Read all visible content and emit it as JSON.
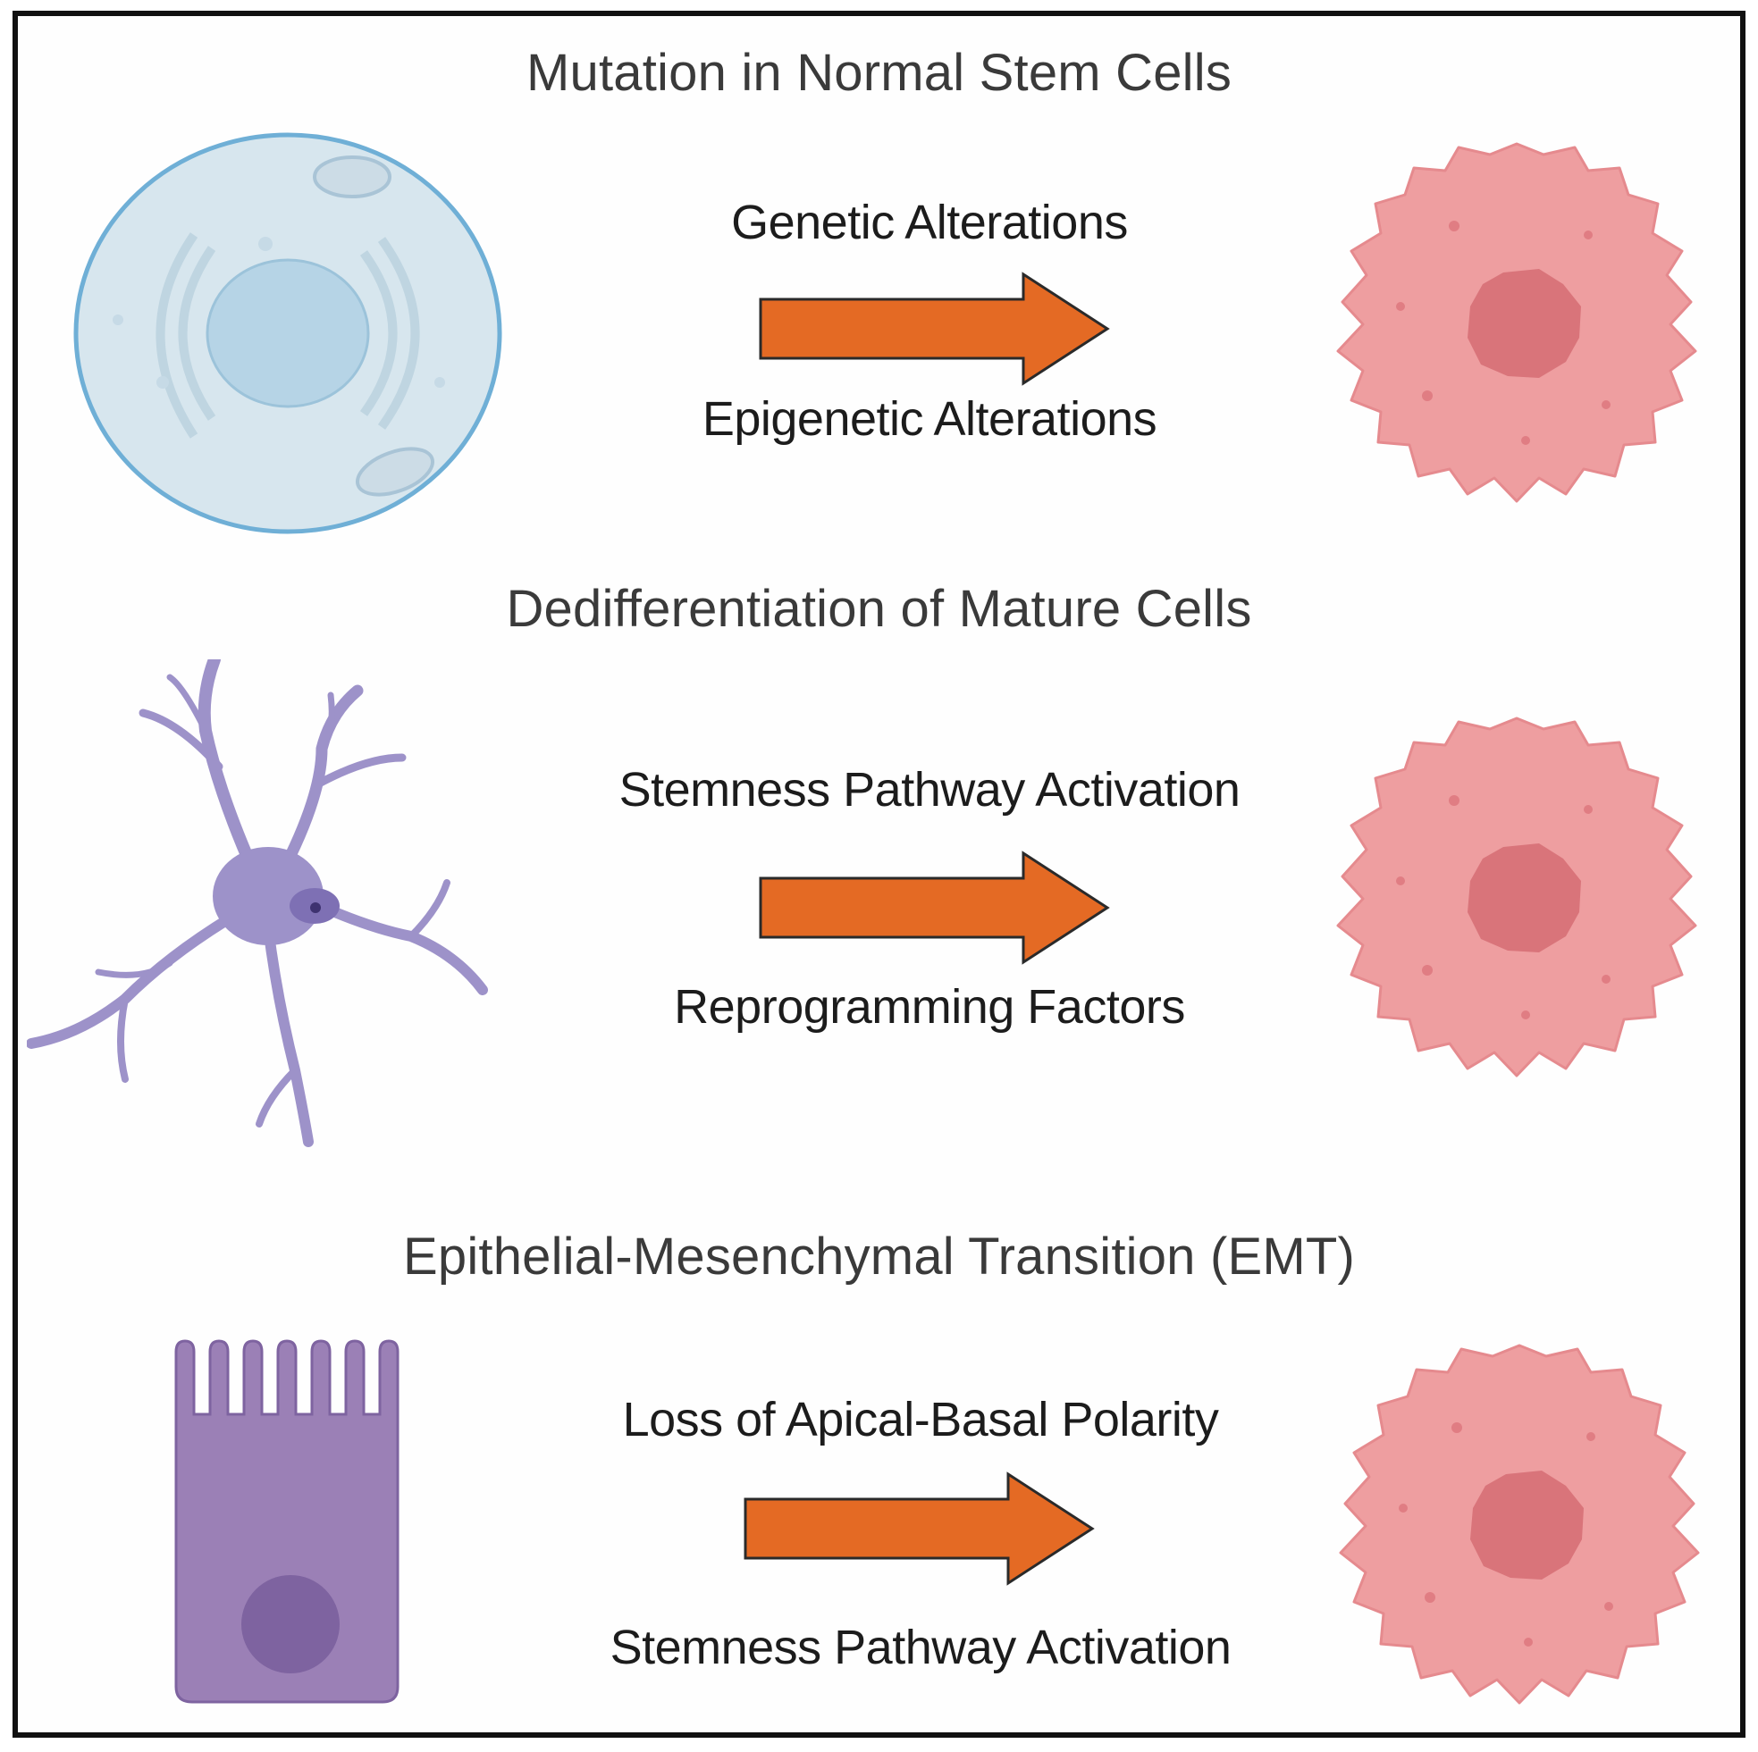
{
  "panels": [
    {
      "title": "Mutation in Normal Stem Cells",
      "upper_label": "Genetic Alterations",
      "lower_label": "Epigenetic Alterations",
      "source_cell": "normal-stem-cell",
      "target_cell": "cancer-stem-cell"
    },
    {
      "title": "Dedifferentiation of Mature Cells",
      "upper_label": "Stemness Pathway Activation",
      "lower_label": "Reprogramming Factors",
      "source_cell": "mature-neuron-cell",
      "target_cell": "cancer-stem-cell"
    },
    {
      "title": "Epithelial-Mesenchymal Transition (EMT)",
      "upper_label": "Loss of Apical-Basal Polarity",
      "lower_label": "Stemness Pathway Activation",
      "source_cell": "epithelial-cell",
      "target_cell": "cancer-stem-cell"
    }
  ],
  "colors": {
    "arrow_fill": "#E46A24",
    "arrow_stroke": "#2a2a2a",
    "stem_cell_fill": "#D7E6EE",
    "stem_cell_border": "#6FAFD6",
    "nucleus_fill": "#B6D4E6",
    "cancer_cell_fill": "#EE9EA0",
    "cancer_nucleus_fill": "#D9747A",
    "neuron_fill": "#9D92C9",
    "epithelial_fill": "#9B80B6",
    "epithelial_nucleus": "#7E63A0"
  }
}
